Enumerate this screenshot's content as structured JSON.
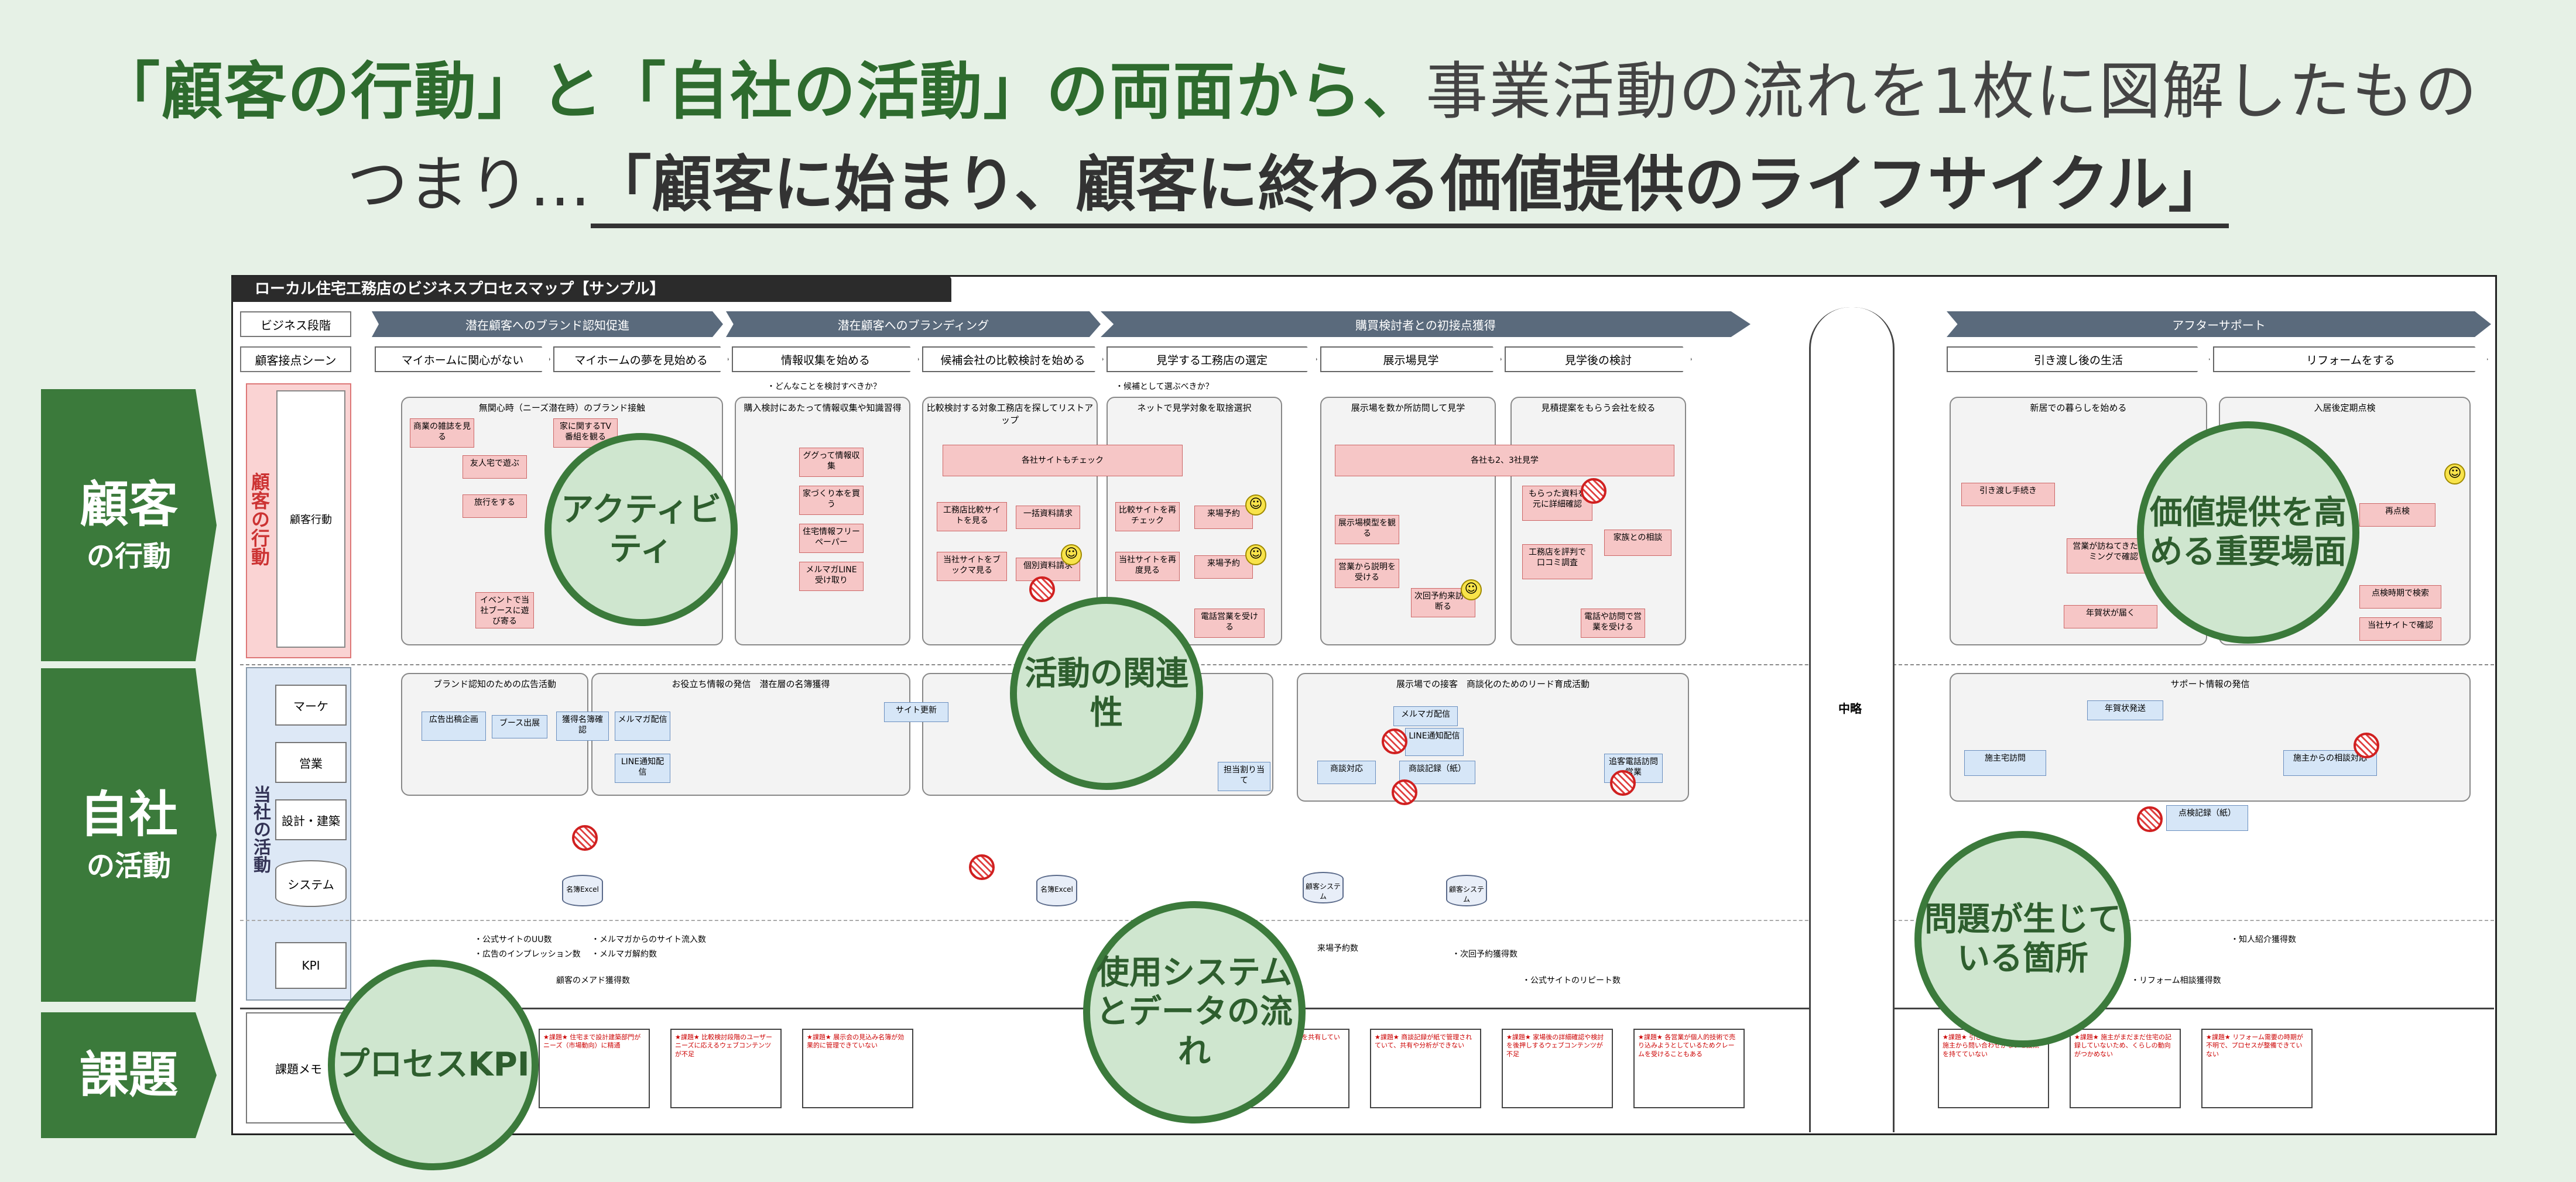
{
  "headline": {
    "line1_bold_a": "「顧客の行動」と「自社の活動」の両面から、",
    "line1_thin": "事業活動の流れを1枚に図解したもの",
    "line2_thin": "つまり…",
    "line2_bold": "「顧客に始まり、顧客に終わる価値提供のライフサイクル」"
  },
  "left_categories": {
    "customer": {
      "big": "顧客",
      "small": "の行動"
    },
    "company": {
      "big": "自社",
      "small": "の活動"
    },
    "issue": {
      "big": "課題"
    }
  },
  "map_title": "ローカル住宅工務店のビジネスプロセスマップ【サンプル】",
  "row_labels": {
    "stage": "ビジネス段階",
    "scene": "顧客接点シーン",
    "customer_vertical": "顧客の行動",
    "customer_action": "顧客行動",
    "company_vertical": "当社の活動",
    "marketing": "マーケ",
    "sales": "営業",
    "design": "設計・建築",
    "system": "システム",
    "kpi": "KPI",
    "memo": "課題メモ"
  },
  "phases": [
    "潜在顧客へのブランド認知促進",
    "潜在顧客へのブランディング",
    "購買検討者との初接点獲得",
    "アフターサポート"
  ],
  "scenes": [
    "マイホームに関心がない",
    "マイホームの夢を見始める",
    "情報収集を始める",
    "候補会社の比較検討を始める",
    "見学する工務店の選定",
    "展示場見学",
    "見学後の検討",
    "引き渡し後の生活",
    "リフォームをする"
  ],
  "omitted_label": "中略",
  "customer_groups": [
    "無関心時（ニーズ潜在時）のブランド接触",
    "購入検討にあたって情報収集や知識習得",
    "比較検討する対象工務店を探してリストアップ",
    "ネットで見学対象を取捨選択",
    "展示場を数か所訪問して見学",
    "見積提案をもらう会社を絞る",
    "新居での暮らしを始める",
    "入居後定期点検"
  ],
  "customer_notes": {
    "what_to_do": "・どんなことを検討すべきか？",
    "candidate": "・候補として選ぶべきか？"
  },
  "customer_items": {
    "a1": "商業の雑誌を見る",
    "a2": "家に関するTV番組を観る",
    "a3": "友人宅で遊ぶ",
    "a4": "旅行をする",
    "a5": "イベントで当社ブースに遊び寄る",
    "b1": "ググって情報収集",
    "b2": "家づくり本を買う",
    "b3": "住宅情報フリーペーパー",
    "b4": "メルマガLINE受け取り",
    "c1": "各社サイトもチェック",
    "c2": "工務店比較サイトを見る",
    "c3": "一括資料請求",
    "c4": "当社サイトをブックマ見る",
    "c5": "個別資料請求",
    "d1": "比較サイトを再チェック",
    "d2": "来場予約",
    "d3": "当社サイトを再度見る",
    "d4": "来場予約",
    "d5": "電話営業を受ける",
    "e1": "各社も2、3社見学",
    "e2": "展示場模型を観る",
    "e3": "営業から説明を受ける",
    "e4": "次回予約来訪or断る",
    "f1": "もらった資料を元に詳細確認",
    "f2": "工務店を評判で口コミ調査",
    "f3": "家族との相談",
    "f4": "電話や訪問で営業を受ける",
    "g1": "引き渡し手続き",
    "g2": "営業が訪ねてきたタイミングで確認",
    "g3": "年賀状が届く",
    "h1": "再点検",
    "h2": "点検時期で検索",
    "h3": "当社サイトで確認"
  },
  "company_groups": [
    "ブランド認知のための広告活動",
    "お役立ち情報の発信　潜在層の名簿獲得",
    "展示場での接客　商談化のためのリード育成活動",
    "サポート情報の発信"
  ],
  "company_items": {
    "m1": "広告出稿企画",
    "m2": "ブース出展",
    "m3": "獲得名簿確認",
    "m4": "メルマガ配信",
    "m5": "LINE通知配信",
    "m6": "サイト更新",
    "m7": "担当割り当て",
    "m8": "メルマガ配信",
    "m9": "LINE通知配信",
    "m10": "商談対応",
    "m11": "商談記録（紙）",
    "m12": "追客電話訪問営業",
    "m13": "年賀状発送",
    "m14": "施主宅訪問",
    "m15": "施主からの相談対応",
    "m16": "点検記録（紙）"
  },
  "systems": {
    "s1": "名簿Excel",
    "s2": "名簿Excel",
    "s3": "顧客システム",
    "s4": "顧客システム"
  },
  "kpis": [
    "・公式サイトのUU数",
    "・メルマガからのサイト流入数",
    "・広告のインプレッション数",
    "・メルマガ解約数",
    "顧客のメアド獲得数",
    "来場予約数",
    "・次回予約獲得数",
    "・公式サイトのリピート数",
    "・知人紹介獲得数",
    "・リフォーム相談獲得数"
  ],
  "memos": [
    "★課題★ 住宅まで設計建築部門がニーズ（市場動向）に精通",
    "★課題★ 比較検討段階のユーザーニーズに応えるウェブコンテンツが不足",
    "★課題★ 展示会の見込み名簿が効果的に管理できていない",
    "★課題★ 営業が活動を共有していない",
    "★課題★ 商談記録が紙で管理されていて、共有や分析ができない",
    "★課題★ 家場後の詳細確認や検討を後押しするウェブコンテンツが不足",
    "★課題★ 各営業が個人的技術で売り込みようとしているためクレームを受けることもある",
    "★課題★ 引き渡しは「受け身」で施主から問い合わせがないと接点を持てていない",
    "★課題★ 施主がまだまだ住宅の記録していないため、くらしの動向がつかめない",
    "★課題★ リフォーム需要の時期が不明で、プロセスが整備できていない"
  ],
  "bubbles": {
    "activity": "アクティビティ",
    "relation": "活動の関連性",
    "system": "使用システムとデータの流れ",
    "kpi": "プロセスKPI",
    "problem": "問題が生じている箇所",
    "value": "価値提供を高める重要場面"
  },
  "colors": {
    "brand_green": "#3b7a3b",
    "background": "#e6f1e6",
    "customer_item": "#f6c6c6",
    "company_item": "#d6e6f7",
    "phase": "#5a6a7c"
  }
}
